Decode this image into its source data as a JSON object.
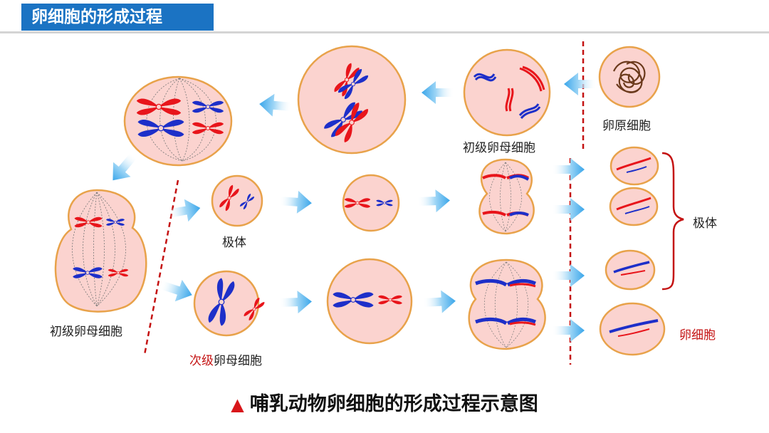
{
  "header": {
    "title": "卵细胞的形成过程"
  },
  "labels": {
    "oogonium": "卵原细胞",
    "primary_oocyte_top": "初级卵母细胞",
    "primary_oocyte_left": "初级卵母细胞",
    "polar_body_small": "极体",
    "secondary_prefix": "次级",
    "secondary_suffix": "卵母细胞",
    "polar_body_bracket": "极体",
    "egg_cell": "卵细胞"
  },
  "caption": {
    "marker": "▲",
    "text": "哺乳动物卵细胞的形成过程示意图"
  },
  "colors": {
    "header": "#1b73c3",
    "cell_fill": "#fbd3cf",
    "cell_edge": "#e8a24a",
    "chrom_red": "#e8151b",
    "chrom_blue": "#1d2fc9",
    "arrow": "#56b7ee",
    "divider": "#c41212"
  }
}
